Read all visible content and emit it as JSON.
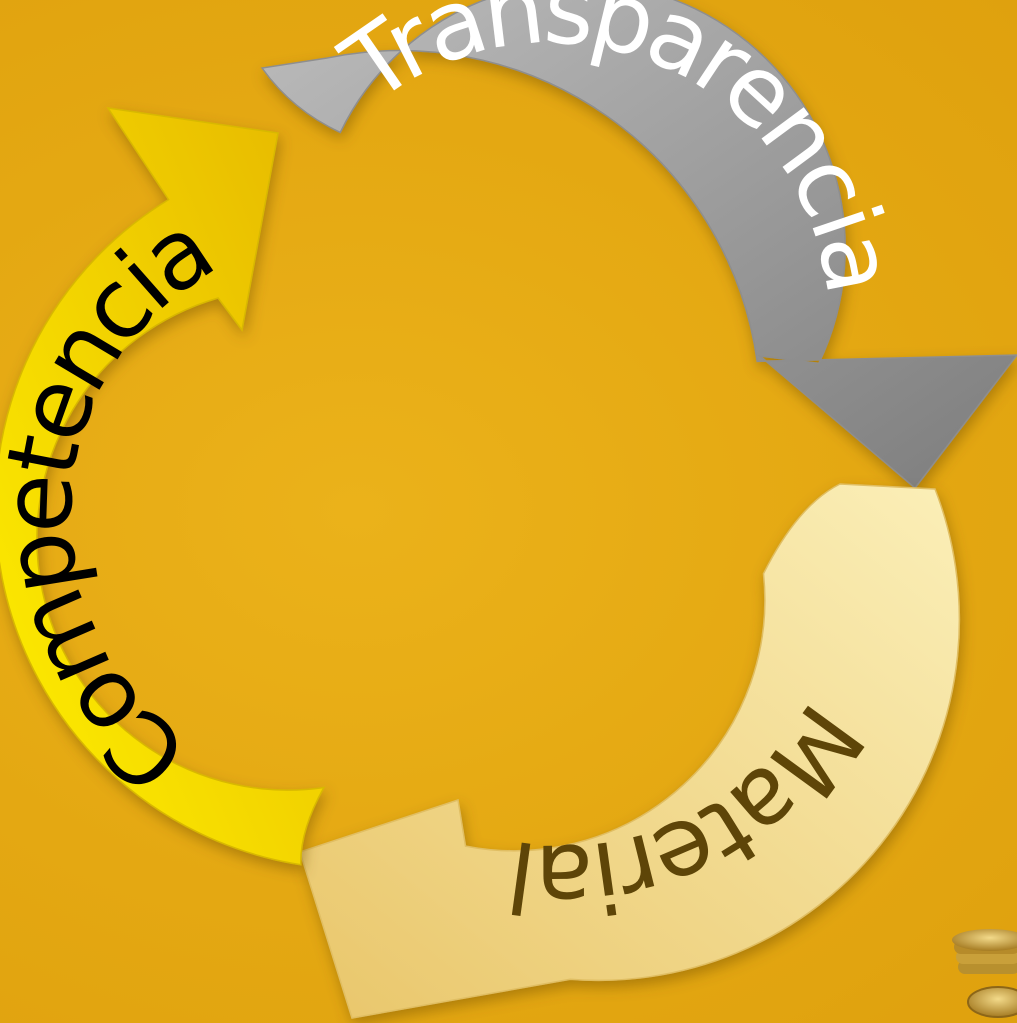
{
  "diagram": {
    "type": "cycle",
    "segments": [
      {
        "label": "Transparencia",
        "color": "#A6A6A6",
        "text_color": "#FFFFFF"
      },
      {
        "label": "Material",
        "color": "#F6E08E",
        "text_color": "#5E4508"
      },
      {
        "label": "Competencia",
        "color": "#F5E200",
        "text_color": "#000000"
      }
    ]
  },
  "decorations": {
    "coins": "stacked-coins-icon"
  }
}
